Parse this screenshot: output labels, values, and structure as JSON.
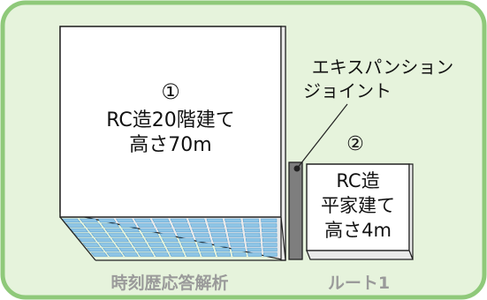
{
  "colors": {
    "panel_border": "#8fc97a",
    "panel_fill": "#e6f3dc",
    "building_face": "#ffffff",
    "building_side": "#eaeaea",
    "outline": "#222222",
    "window_fill": "#8ec5e6",
    "window_line": "#5a9fcf",
    "joint_fill": "#7e7e7e",
    "caption_text": "#9a9a9a"
  },
  "tall_building": {
    "number": "①",
    "line1": "RC造20階建て",
    "line2": "高さ70m"
  },
  "low_building": {
    "number": "②",
    "line1": "RC造",
    "line2": "平家建て",
    "line3": "高さ4m"
  },
  "expansion_joint": {
    "line1": "エキスパンション",
    "line2": "ジョイント"
  },
  "captions": {
    "left": "時刻歴応答解析",
    "right": "ルート1"
  }
}
